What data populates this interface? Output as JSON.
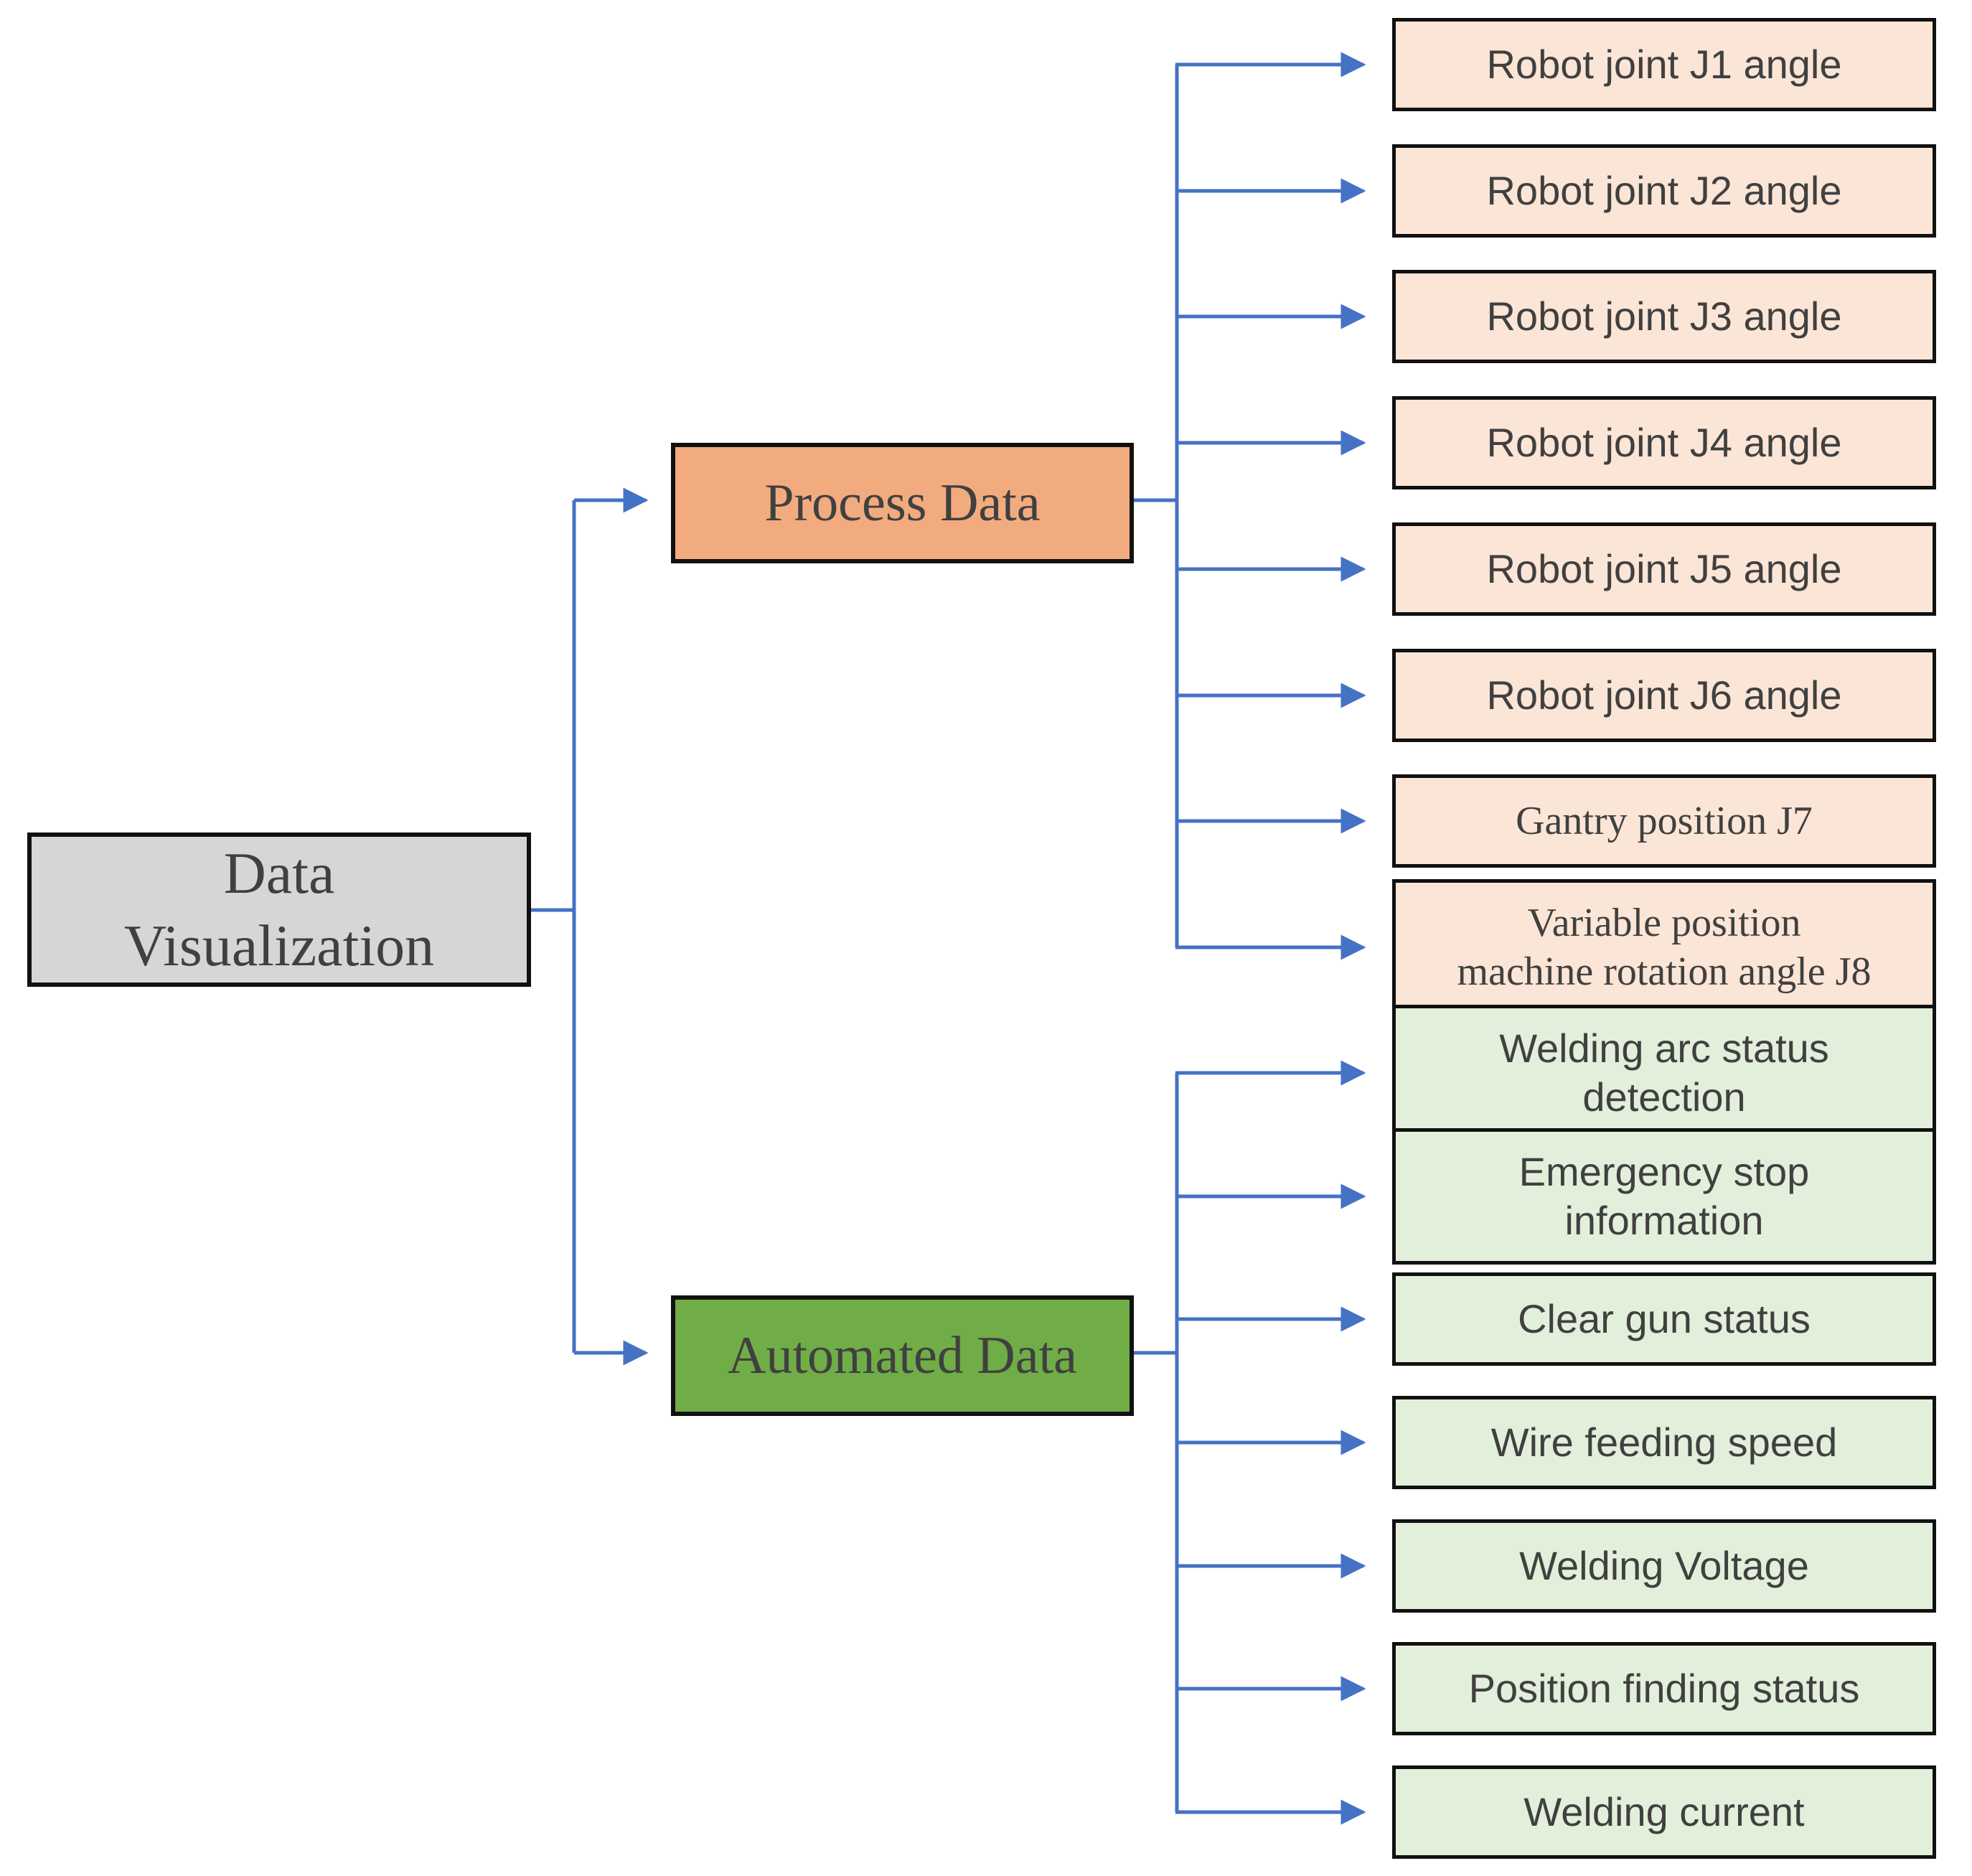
{
  "root": {
    "label": [
      "Data",
      "Visualization"
    ]
  },
  "process": {
    "label": "Process Data",
    "children": [
      {
        "label": "Robot joint J1 angle"
      },
      {
        "label": "Robot joint J2 angle"
      },
      {
        "label": "Robot joint J3 angle"
      },
      {
        "label": "Robot joint J4 angle"
      },
      {
        "label": "Robot joint J5 angle"
      },
      {
        "label": "Robot joint J6 angle"
      },
      {
        "label": "Gantry position J7"
      },
      {
        "label": [
          "Variable position",
          "machine rotation angle J8"
        ]
      }
    ]
  },
  "automated": {
    "label": "Automated Data",
    "children": [
      {
        "label": [
          "Welding arc status",
          "detection"
        ]
      },
      {
        "label": [
          "Emergency stop",
          "information"
        ]
      },
      {
        "label": "Clear gun status"
      },
      {
        "label": "Wire feeding speed"
      },
      {
        "label": "Welding Voltage"
      },
      {
        "label": "Position finding status"
      },
      {
        "label": "Welding current"
      }
    ]
  },
  "colors": {
    "connector_blue": "#4472C4",
    "root_fill": "#D6D6D6",
    "process_fill": "#F2AB7E",
    "process_leaf_fill": "#FBE5D6",
    "automated_fill": "#70AD47",
    "automated_leaf_fill": "#E2EFDA",
    "node_border": "#111111",
    "text_color": "#404040",
    "page_bg": "#FFFFFF"
  }
}
